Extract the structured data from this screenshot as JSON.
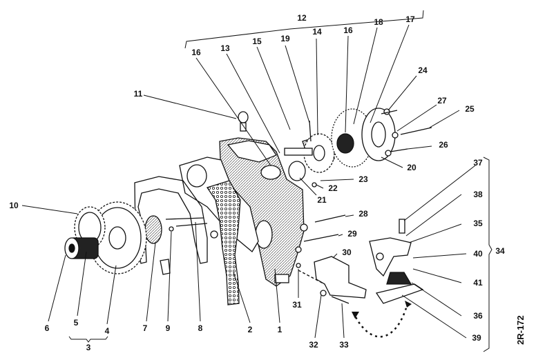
{
  "labels": {
    "l1": "1",
    "l2": "2",
    "l3": "3",
    "l4": "4",
    "l5": "5",
    "l6": "6",
    "l7": "7",
    "l8": "8",
    "l9": "9",
    "l10": "10",
    "l11": "11",
    "l12": "12",
    "l13": "13",
    "l14": "14",
    "l15": "15",
    "l16a": "16",
    "l16b": "16",
    "l17": "17",
    "l18": "18",
    "l19": "19",
    "l20": "20",
    "l21": "21",
    "l22": "22",
    "l23": "23",
    "l24": "24",
    "l25": "25",
    "l26": "26",
    "l27": "27",
    "l28": "28",
    "l29": "29",
    "l30": "30",
    "l31": "31",
    "l32": "32",
    "l33": "33",
    "l34": "34",
    "l35": "35",
    "l36": "36",
    "l37": "37",
    "l38": "38",
    "l39": "39",
    "l40": "40",
    "l41": "41"
  },
  "reference": "2R-172"
}
